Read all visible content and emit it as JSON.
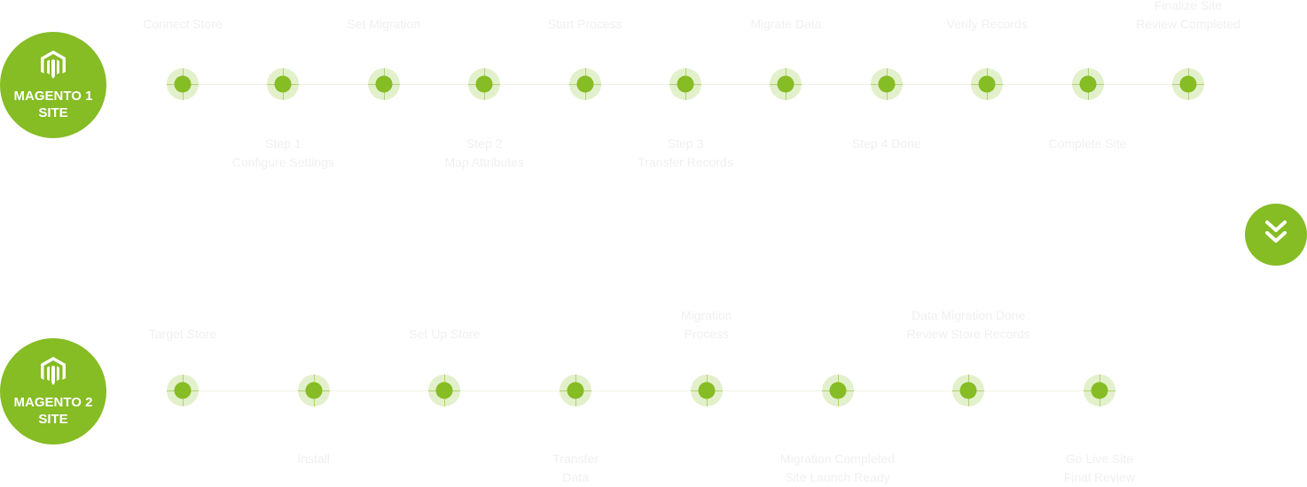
{
  "colors": {
    "accent": "#86bc24",
    "ring": "#e3f0cc",
    "label": "#f0f0f0"
  },
  "icons": {
    "site_logo": "magento-logo-icon",
    "scroll": "double-chevron-down-icon"
  },
  "magento1": {
    "badge_line1": "MAGENTO 1",
    "badge_line2": "SITE",
    "nodes": 11,
    "labels_top": [
      {
        "slot": 0,
        "lines": [
          "Connect Store"
        ]
      },
      {
        "slot": 2,
        "lines": [
          "Set Migration"
        ]
      },
      {
        "slot": 4,
        "lines": [
          "Start Process"
        ]
      },
      {
        "slot": 6,
        "lines": [
          "Migrate Data"
        ]
      },
      {
        "slot": 8,
        "lines": [
          "Verify Records"
        ]
      },
      {
        "slot": 10,
        "lines": [
          "Finalize Site",
          "Review Completed"
        ]
      }
    ],
    "labels_bottom": [
      {
        "slot": 1,
        "lines": [
          "Step 1",
          "Configure Settings"
        ]
      },
      {
        "slot": 3,
        "lines": [
          "Step 2",
          "Map Attributes"
        ]
      },
      {
        "slot": 5,
        "lines": [
          "Step 3",
          "Transfer Records"
        ]
      },
      {
        "slot": 7,
        "lines": [
          "Step 4 Done"
        ]
      },
      {
        "slot": 9,
        "lines": [
          "Complete Site"
        ]
      }
    ]
  },
  "magento2": {
    "badge_line1": "MAGENTO 2",
    "badge_line2": "SITE",
    "nodes": 8,
    "labels_top": [
      {
        "slot": 0,
        "lines": [
          "Target Store"
        ]
      },
      {
        "slot": 2,
        "lines": [
          "Set Up Store"
        ]
      },
      {
        "slot": 4,
        "lines": [
          "Migration",
          "Process"
        ]
      },
      {
        "slot": 6,
        "lines": [
          "Data Migration Done",
          "Review Store Records"
        ]
      }
    ],
    "labels_bottom": [
      {
        "slot": 1,
        "lines": [
          "Install"
        ]
      },
      {
        "slot": 3,
        "lines": [
          "Transfer",
          "Data"
        ]
      },
      {
        "slot": 5,
        "lines": [
          "Migration Completed",
          "Site Launch Ready"
        ]
      },
      {
        "slot": 7,
        "lines": [
          "Go Live Site",
          "Final Review"
        ]
      }
    ]
  }
}
